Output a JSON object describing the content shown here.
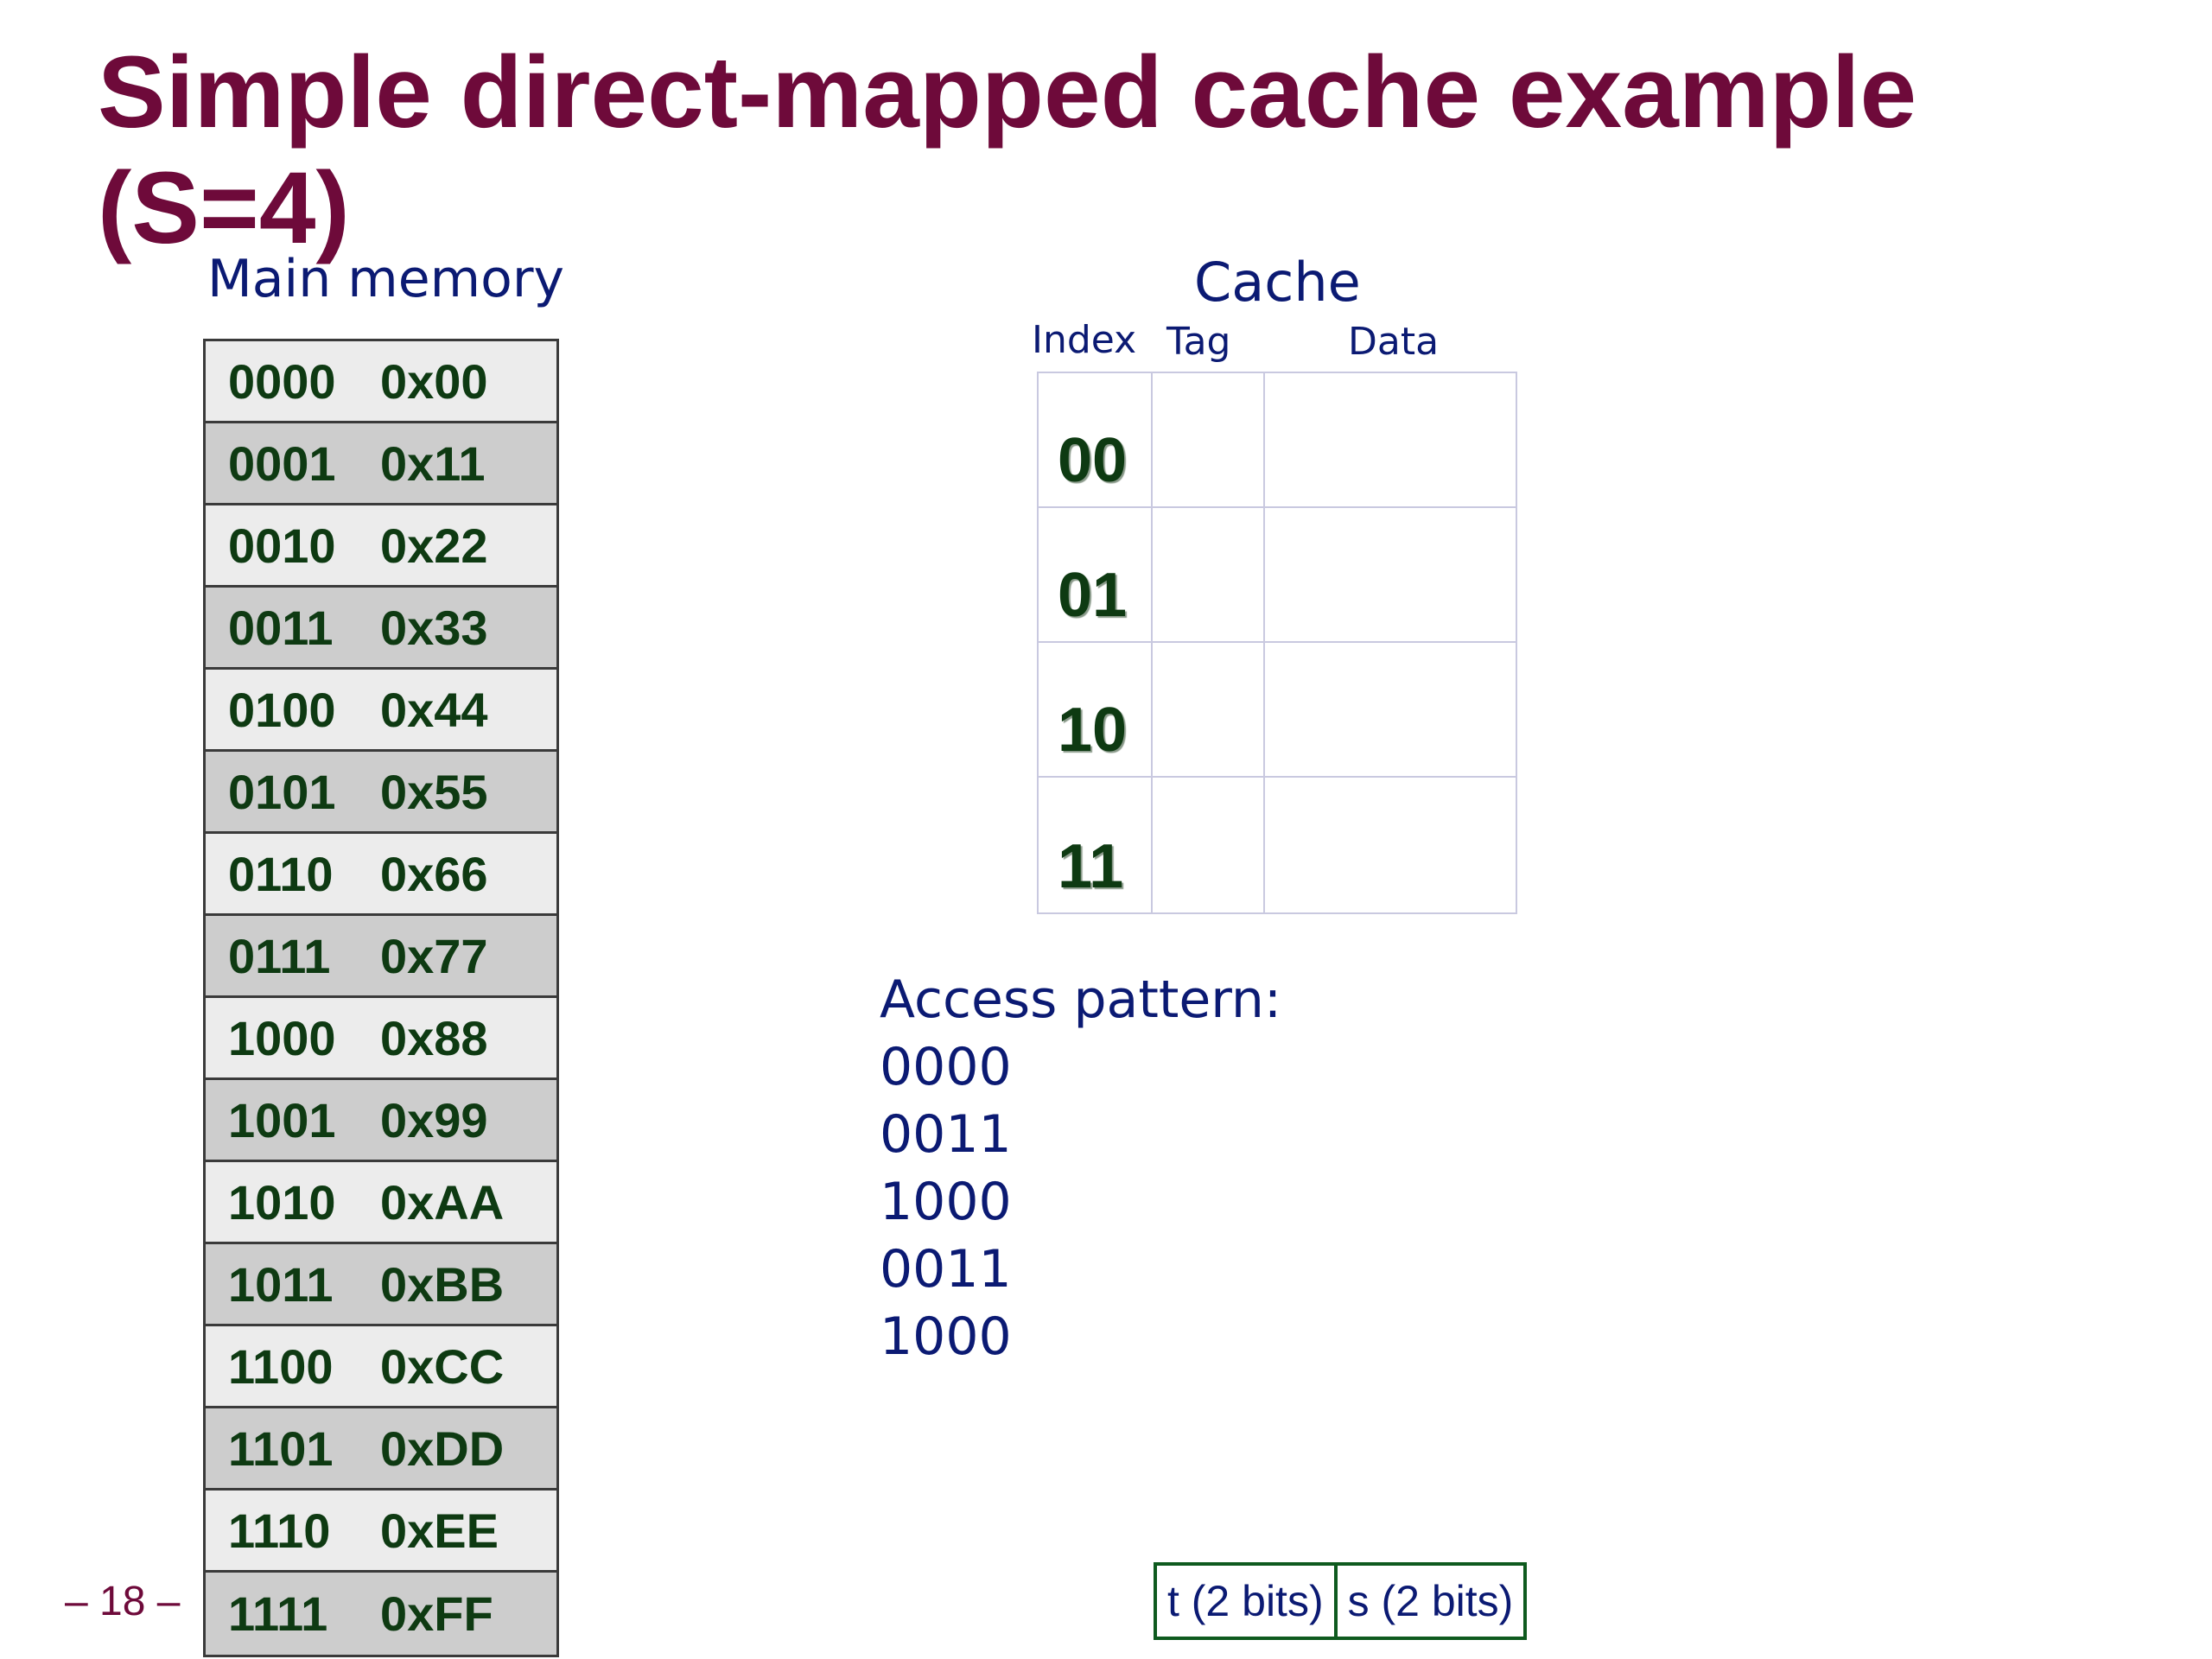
{
  "slide": {
    "title": "Simple direct-mapped cache example (S=4)",
    "page_number": "– 18 –"
  },
  "main_memory": {
    "label": "Main memory",
    "rows": [
      {
        "address": "0000",
        "value": "0x00"
      },
      {
        "address": "0001",
        "value": "0x11"
      },
      {
        "address": "0010",
        "value": "0x22"
      },
      {
        "address": "0011",
        "value": "0x33"
      },
      {
        "address": "0100",
        "value": "0x44"
      },
      {
        "address": "0101",
        "value": "0x55"
      },
      {
        "address": "0110",
        "value": "0x66"
      },
      {
        "address": "0111",
        "value": "0x77"
      },
      {
        "address": "1000",
        "value": "0x88"
      },
      {
        "address": "1001",
        "value": "0x99"
      },
      {
        "address": "1010",
        "value": "0xAA"
      },
      {
        "address": "1011",
        "value": "0xBB"
      },
      {
        "address": "1100",
        "value": "0xCC"
      },
      {
        "address": "1101",
        "value": "0xDD"
      },
      {
        "address": "1110",
        "value": "0xEE"
      },
      {
        "address": "1111",
        "value": "0xFF"
      }
    ]
  },
  "cache": {
    "label": "Cache",
    "columns": {
      "index": "Index",
      "tag": "Tag",
      "data": "Data"
    },
    "rows": [
      {
        "index": "00",
        "tag": "",
        "data": ""
      },
      {
        "index": "01",
        "tag": "",
        "data": ""
      },
      {
        "index": "10",
        "tag": "",
        "data": ""
      },
      {
        "index": "11",
        "tag": "",
        "data": ""
      }
    ]
  },
  "access_pattern": {
    "label": "Access pattern:",
    "addresses": [
      "0000",
      "0011",
      "1000",
      "0011",
      "1000"
    ]
  },
  "address_fields": [
    {
      "label": "t (2 bits)"
    },
    {
      "label": "s (2 bits)"
    }
  ],
  "colors": {
    "title": "#6e0a3a",
    "label_text": "#0b1a73",
    "memory_text": "#0e3a12",
    "field_border": "#0e5a1e"
  }
}
